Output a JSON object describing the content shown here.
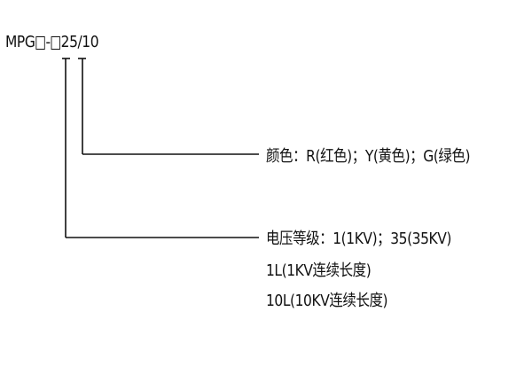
{
  "model": {
    "prefix": "MPG",
    "separator": "-",
    "suffix": "25/10"
  },
  "color_option": {
    "text": "颜色：R(红色)；Y(黄色)；G(绿色)"
  },
  "voltage_option": {
    "text": "电压等级：1(1KV)；35(35KV)"
  },
  "length_options": [
    {
      "text": "1L(1KV连续长度)"
    },
    {
      "text": "10L(10KV连续长度)"
    }
  ],
  "colors": {
    "line": "#111111",
    "text": "#111111",
    "background": "#ffffff"
  }
}
